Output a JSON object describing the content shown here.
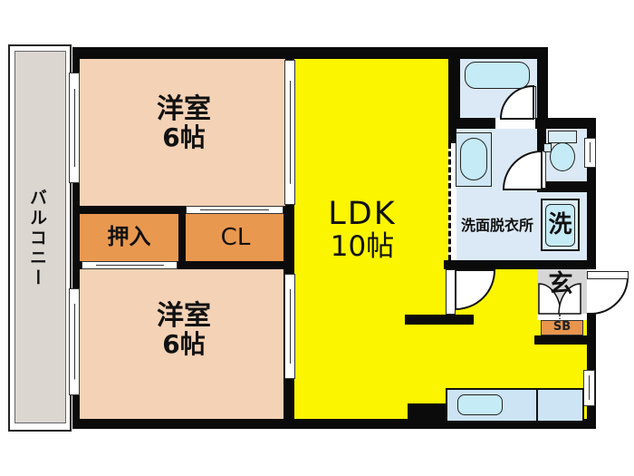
{
  "plan_type": "apartment-floor-plan",
  "rooms": {
    "balcony": {
      "label": "バルコニー"
    },
    "bedroom_top": {
      "label": "洋室",
      "size": "6帖"
    },
    "bedroom_bottom": {
      "label": "洋室",
      "size": "6帖"
    },
    "ldk": {
      "label": "LDK",
      "size": "10帖"
    },
    "oshiire": {
      "label": "押入"
    },
    "cl": {
      "label": "CL"
    },
    "washroom": {
      "label": "洗面脱衣所"
    },
    "washer": {
      "label": "洗"
    },
    "genkan": {
      "label": "玄"
    },
    "shoebox": {
      "label": "SB"
    }
  },
  "colors": {
    "bedroom": "#f4d2b5",
    "closet": "#e9984f",
    "ldk": "#fbf500",
    "water": "#dbe9f6",
    "fixture": "#c5ebf7",
    "counter": "#cde4f4",
    "balcony": "#dbd6d0",
    "genkan": "#d6d6d6",
    "shoebox": "#e8954e",
    "wall": "#0b0b0b"
  }
}
